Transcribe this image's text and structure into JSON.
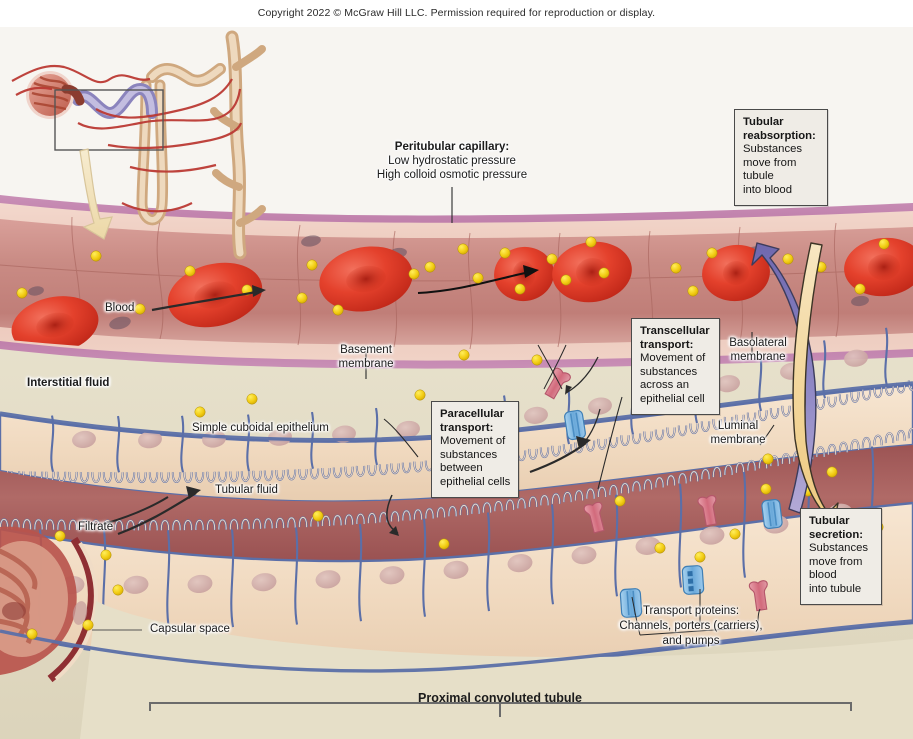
{
  "page": {
    "copyright": "Copyright 2022 © McGraw Hill LLC. Permission required for reproduction or display."
  },
  "colors": {
    "blood_plasma": "#c9837f",
    "capillary_wall": "#b06a9c",
    "rbc": "#e23b2a",
    "solute_dot": "#f4d400",
    "interstitial_fluid": "#e3dcc6",
    "epithelial_cell": "#f2ddc4",
    "tubular_fluid": "#a85c5c",
    "membrane_line": "#5b6fa8",
    "channel_protein": "#7fb5e0",
    "pump_protein": "#d9717f",
    "reabsorption_arrow": "#8e8ac4",
    "secretion_arrow": "#f5dca4",
    "callout_bg": "#efece6",
    "callout_border": "#4a4a4a"
  },
  "callouts": [
    {
      "id": "tubular-reabsorption",
      "heading": "Tubular",
      "heading2": "reabsorption:",
      "lines": [
        "Substances",
        "move from",
        "tubule",
        "into blood"
      ]
    },
    {
      "id": "transcellular-transport",
      "heading": "Transcellular",
      "heading2": "transport:",
      "lines": [
        "Movement of",
        "substances",
        "across an",
        "epithelial cell"
      ]
    },
    {
      "id": "paracellular-transport",
      "heading": "Paracellular",
      "heading2": "transport:",
      "lines": [
        "Movement of",
        "substances",
        "between",
        "epithelial cells"
      ]
    },
    {
      "id": "tubular-secretion",
      "heading": "Tubular",
      "heading2": "secretion:",
      "lines": [
        "Substances",
        "move from",
        "blood",
        "into tubule"
      ]
    }
  ],
  "labels": {
    "peritubular_capillary_title": "Peritubular capillary:",
    "peritubular_capillary_line1": "Low hydrostatic pressure",
    "peritubular_capillary_line2": "High colloid osmotic pressure",
    "blood": "Blood",
    "interstitial_fluid": "Interstitial fluid",
    "basement_membrane_l1": "Basement",
    "basement_membrane_l2": "membrane",
    "basolateral_membrane_l1": "Basolateral",
    "basolateral_membrane_l2": "membrane",
    "luminal_membrane_l1": "Luminal",
    "luminal_membrane_l2": "membrane",
    "simple_cuboidal_epithelium": "Simple cuboidal epithelium",
    "tubular_fluid": "Tubular fluid",
    "filtrate": "Filtrate",
    "capsular_space": "Capsular space",
    "transport_proteins_l1": "Transport proteins:",
    "transport_proteins_l2": "Channels, porters (carriers),",
    "transport_proteins_l3": "and pumps",
    "proximal_convoluted_tubule": "Proximal convoluted tubule"
  },
  "inset": {
    "name": "nephron-overview-inset",
    "parts": [
      "glomerulus",
      "proximal-convoluted-tubule",
      "loop-of-henle",
      "distal-convoluted-tubule",
      "collecting-duct",
      "peritubular-capillaries",
      "zoom-highlight-box",
      "zoom-pointer-arrow"
    ]
  },
  "icons": {
    "channel_protein": "channel-protein-icon",
    "pump_protein": "pump-protein-icon",
    "rbc": "red-blood-cell-icon",
    "solute": "solute-particle-icon",
    "reabsorption_arrow": "reabsorption-arrow-icon",
    "secretion_arrow": "secretion-arrow-icon"
  }
}
